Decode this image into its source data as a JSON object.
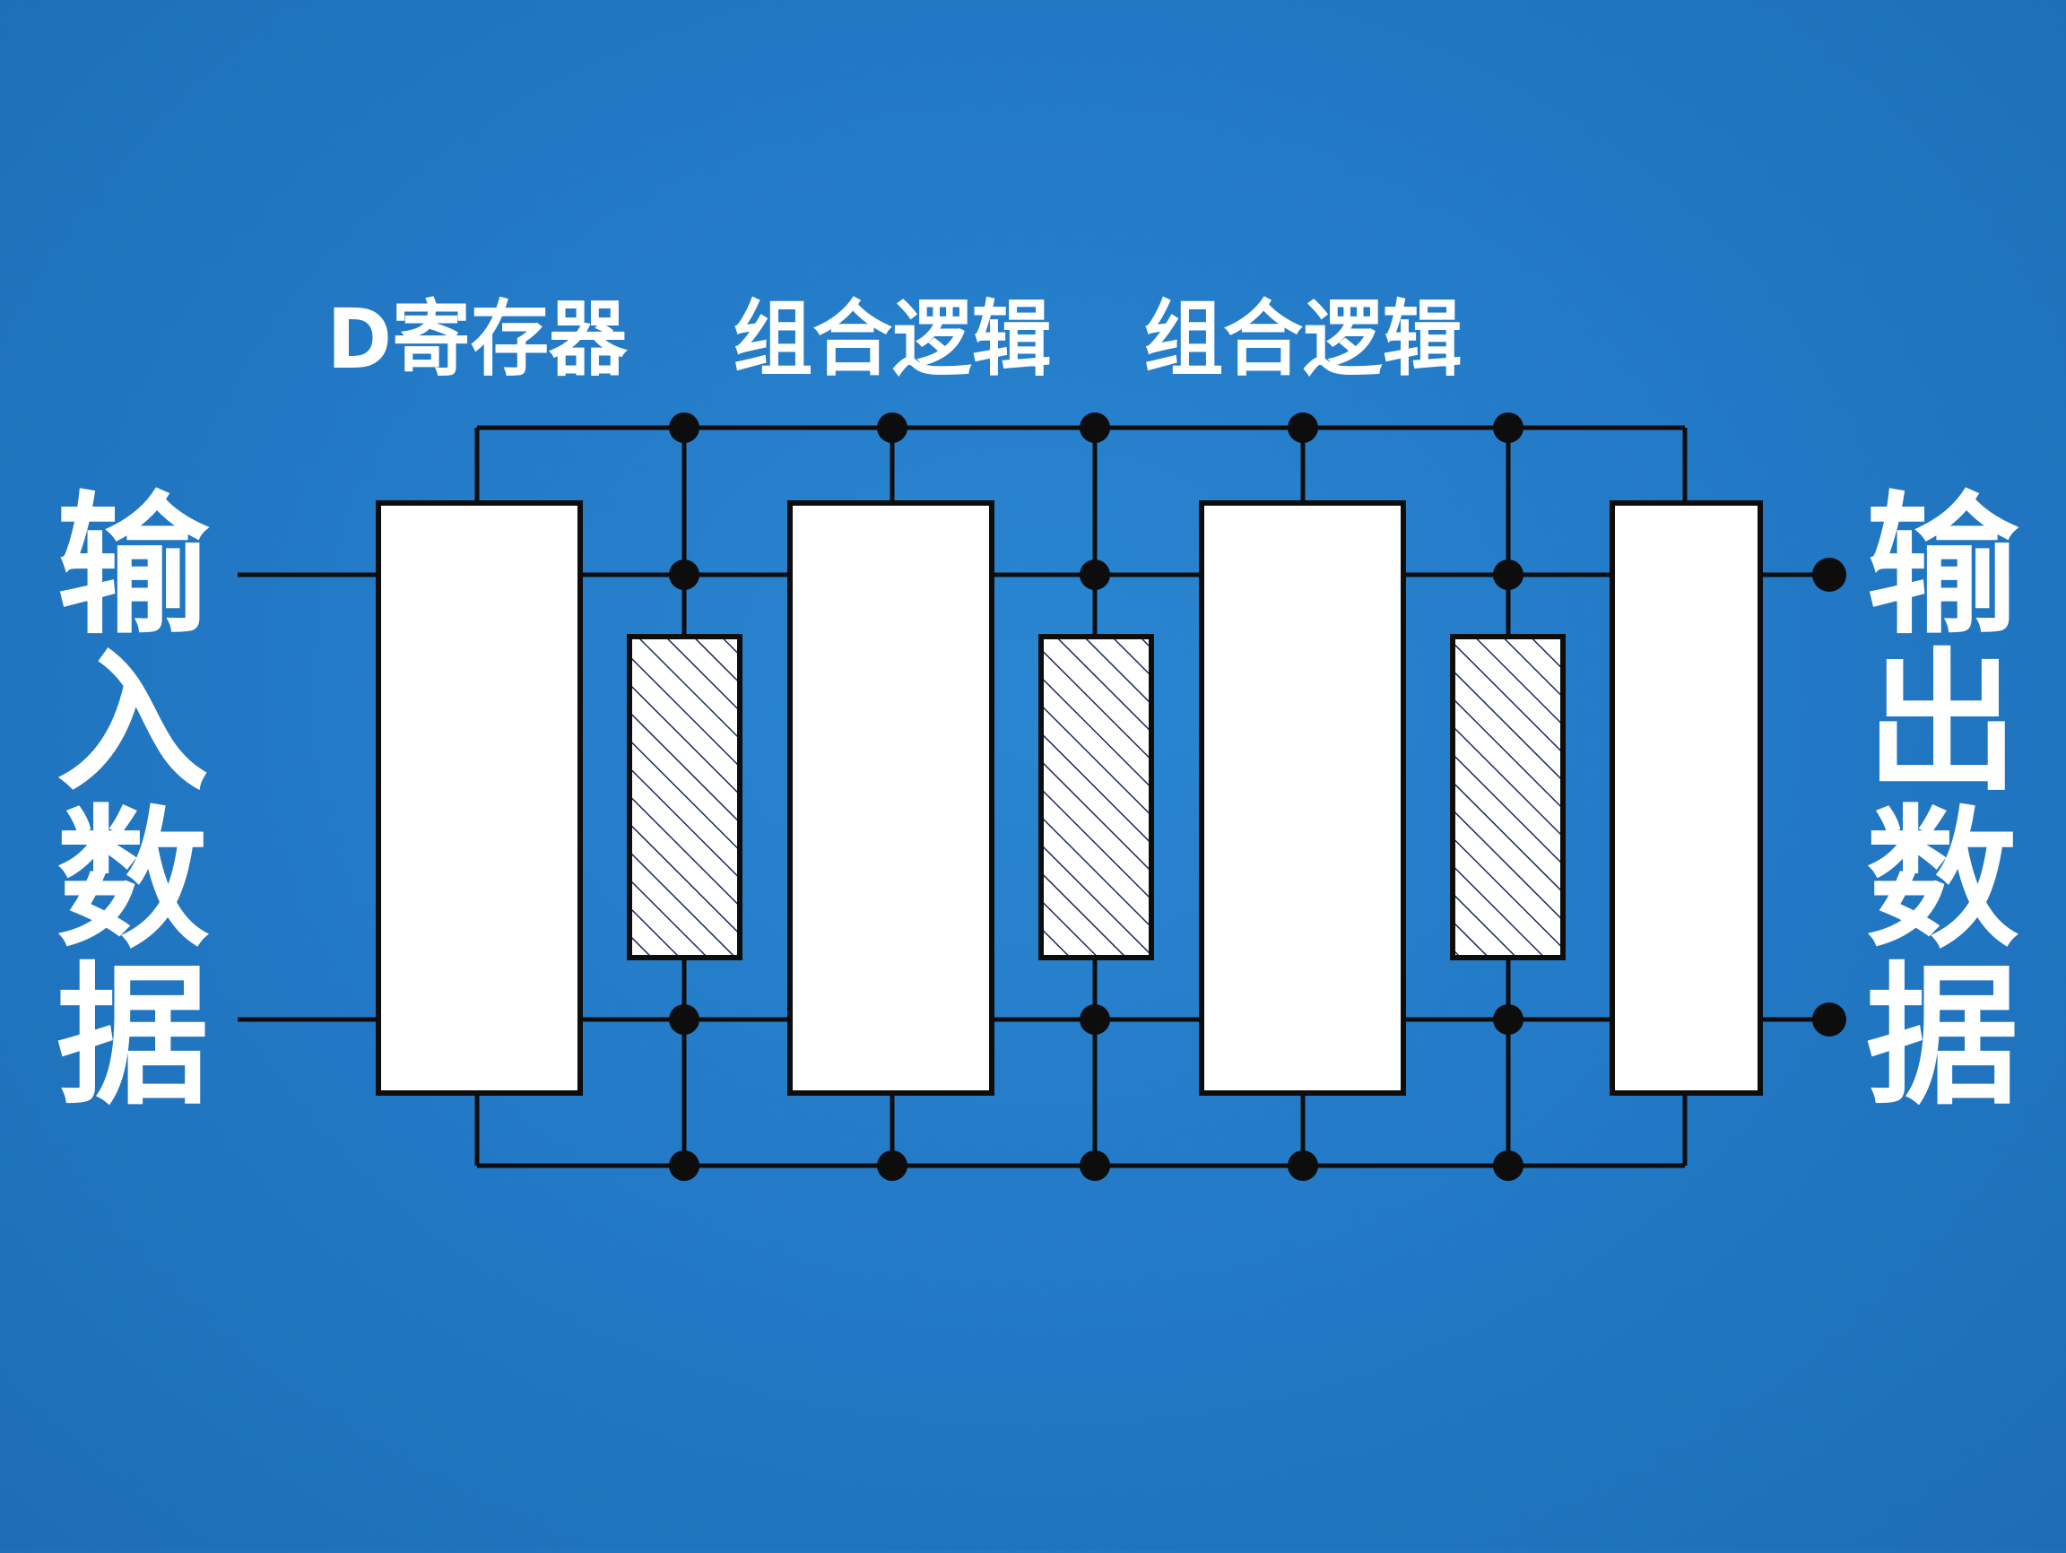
{
  "labels": {
    "input": [
      "输",
      "入",
      "数",
      "据"
    ],
    "output": [
      "输",
      "出",
      "数",
      "据"
    ],
    "top": [
      "D寄存器",
      "组合逻辑",
      "组合逻辑"
    ]
  },
  "colors": {
    "background": "#2278c4",
    "block_fill": "#ffffff",
    "wire": "#0d0d0d",
    "hatch": "#1a2a5a",
    "text": "#ffffff"
  },
  "icons": {
    "junction": "filled-dot",
    "output_terminal": "filled-dot",
    "hatched_block": "diagonal-hatch-rectangle"
  }
}
